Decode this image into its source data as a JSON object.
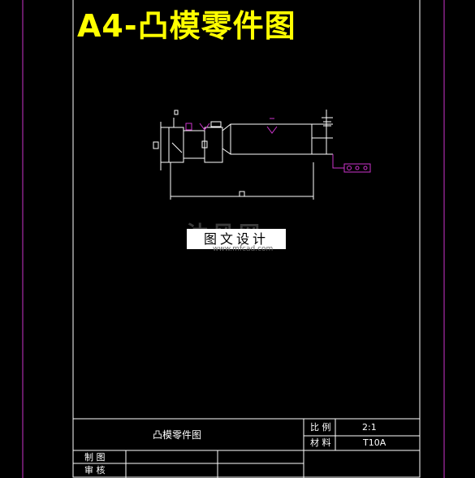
{
  "title": "A4-凸模零件图",
  "watermark": {
    "badge": "图文设计",
    "brand": "沐风网",
    "url": "www.mfcad.com"
  },
  "title_block": {
    "drawing_name": "凸模零件图",
    "scale_label": "比 例",
    "scale_value": "2:1",
    "material_label": "材 料",
    "material_value": "T10A",
    "drawn_label": "制 图",
    "checked_label": "审 核"
  },
  "colors": {
    "background": "#000000",
    "title": "#ffff00",
    "border": "#ffffff",
    "outer_frame": "#cc33cc",
    "annotation": "#cc33cc"
  }
}
